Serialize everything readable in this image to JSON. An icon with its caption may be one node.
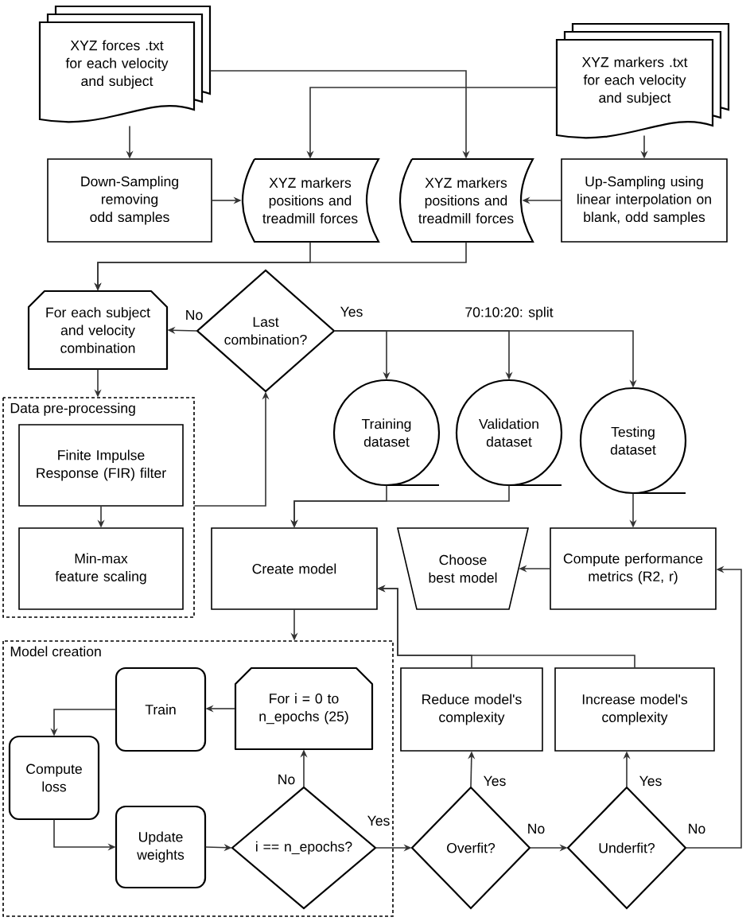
{
  "diagram": {
    "nodes": [
      {
        "text": [
          "XYZ forces .txt for each velocity and subject"
        ]
      },
      {
        "text": [
          "XYZ markers .txt for each velocity and subject"
        ]
      },
      {
        "text": [
          "Down-Sampling removing odd samples"
        ]
      },
      {
        "text": [
          "XYZ markers positions and treadmill forces"
        ]
      },
      {
        "text": [
          "XYZ markers positions and treadmill forces"
        ]
      },
      {
        "text": [
          "Up-Sampling using linear interpolation on blank, odd samples"
        ]
      },
      {
        "text": [
          "For each subject and velocity combination"
        ]
      },
      {
        "text": [
          "Last combination?"
        ]
      },
      {
        "text": [
          "Data pre-processing"
        ]
      },
      {
        "text": [
          "Finite Impulse Response (FIR) filter"
        ],
        "in": 8
      },
      {
        "text": [
          "Min-max feature scaling"
        ],
        "in": 8
      },
      {
        "text": [
          "Training dataset"
        ]
      },
      {
        "text": [
          "Validation dataset"
        ]
      },
      {
        "text": [
          "Testing dataset"
        ]
      },
      {
        "text": [
          "Create model"
        ]
      },
      {
        "text": [
          "Choose best model"
        ]
      },
      {
        "text": [
          "Compute performance metrics (R2, r)"
        ]
      },
      {
        "text": [
          "Model creation"
        ]
      },
      {
        "text": [
          "For i = 0 to n_epochs (25)"
        ],
        "in": 17
      },
      {
        "text": [
          "Train"
        ],
        "in": 17
      },
      {
        "text": [
          "Compute loss"
        ],
        "in": 17
      },
      {
        "text": [
          "Update weights"
        ],
        "in": 17
      },
      {
        "text": [
          "i == n_epochs?"
        ],
        "in": 17
      },
      {
        "text": [
          "Reduce model's complexity"
        ]
      },
      {
        "text": [
          "Increase model's complexity"
        ]
      },
      {
        "text": [
          "Overfit?"
        ]
      },
      {
        "text": [
          "Underfit?"
        ]
      }
    ],
    "edges": [
      {
        "from": 0,
        "to": 2,
        "arrow": "to"
      },
      {
        "from": 0,
        "to": 4,
        "arrow": "to"
      },
      {
        "from": 1,
        "to": 3,
        "arrow": "to"
      },
      {
        "from": 1,
        "to": 5,
        "arrow": "to"
      },
      {
        "from": 2,
        "to": 3,
        "arrow": "to"
      },
      {
        "from": 5,
        "to": 4,
        "arrow": "to"
      },
      {
        "from": 3,
        "to": 6,
        "arrow": "to"
      },
      {
        "from": 4,
        "to": 6,
        "arrow": "to"
      },
      {
        "from": 7,
        "to": 6,
        "arrow": "to",
        "label": "No"
      },
      {
        "from": 6,
        "to": 8,
        "arrow": "to"
      },
      {
        "from": 9,
        "to": 10,
        "arrow": "to"
      },
      {
        "from": 8,
        "to": 7,
        "arrow": "to"
      },
      {
        "from": 7,
        "to": 11,
        "arrow": "to",
        "label": "Yes"
      },
      {
        "from": 7,
        "to": 12,
        "arrow": "to",
        "label": "70:10:20: split"
      },
      {
        "from": 7,
        "to": 13,
        "arrow": "to"
      },
      {
        "from": 11,
        "to": 14,
        "arrow": "to"
      },
      {
        "from": 12,
        "to": 14,
        "arrow": "to"
      },
      {
        "from": 13,
        "to": 16,
        "arrow": "to"
      },
      {
        "from": 16,
        "to": 15,
        "arrow": "to"
      },
      {
        "from": 14,
        "to": 17,
        "arrow": "to"
      },
      {
        "from": 18,
        "to": 19,
        "arrow": "to"
      },
      {
        "from": 19,
        "to": 20,
        "arrow": "to"
      },
      {
        "from": 20,
        "to": 21,
        "arrow": "to"
      },
      {
        "from": 21,
        "to": 22,
        "arrow": "to"
      },
      {
        "from": 22,
        "to": 18,
        "arrow": "to",
        "label": "No"
      },
      {
        "from": 22,
        "to": 25,
        "arrow": "to",
        "label": "Yes"
      },
      {
        "from": 25,
        "to": 23,
        "arrow": "to",
        "label": "Yes"
      },
      {
        "from": 25,
        "to": 26,
        "arrow": "to",
        "label": "No"
      },
      {
        "from": 23,
        "to": 14,
        "arrow": "to"
      },
      {
        "from": 24,
        "to": 14,
        "arrow": "to"
      },
      {
        "from": 26,
        "to": 16,
        "arrow": "to",
        "label": "No"
      },
      {
        "from": 26,
        "to": 24,
        "arrow": "to",
        "label": "Yes"
      }
    ]
  }
}
